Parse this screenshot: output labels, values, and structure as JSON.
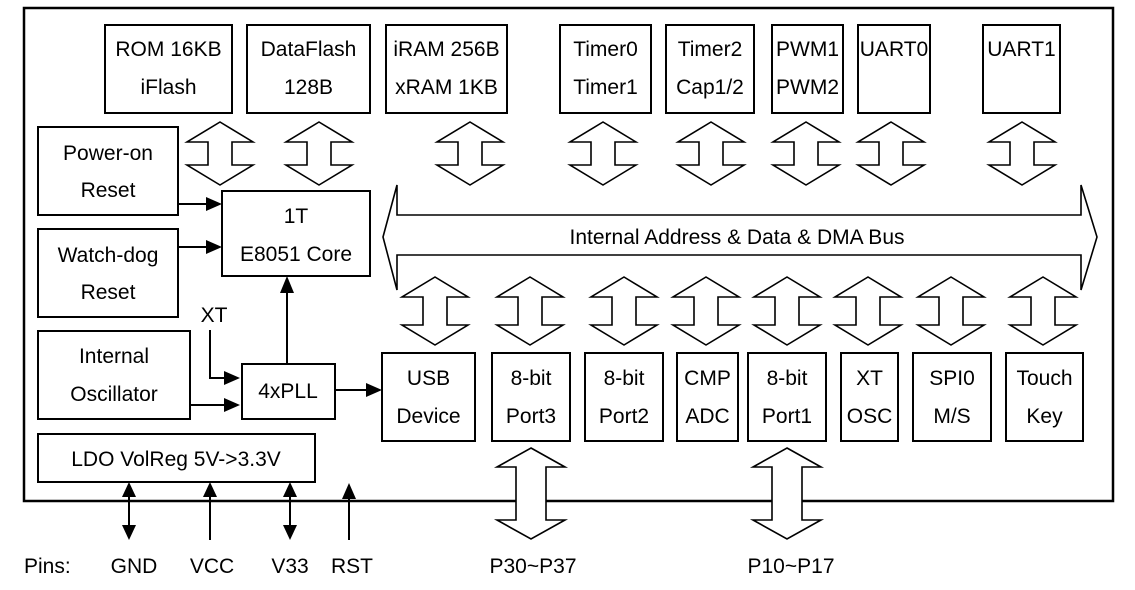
{
  "title_fragment": "...",
  "bus": {
    "label": "Internal Address & Data & DMA Bus"
  },
  "top_blocks": [
    {
      "id": "rom",
      "lines": [
        "ROM 16KB",
        "iFlash"
      ]
    },
    {
      "id": "dataflash",
      "lines": [
        "DataFlash",
        "128B"
      ]
    },
    {
      "id": "ram",
      "lines": [
        "iRAM 256B",
        "xRAM 1KB"
      ]
    },
    {
      "id": "timer01",
      "lines": [
        "Timer0",
        "Timer1"
      ]
    },
    {
      "id": "timer2",
      "lines": [
        "Timer2",
        "Cap1/2"
      ]
    },
    {
      "id": "pwm",
      "lines": [
        "PWM1",
        "PWM2"
      ]
    },
    {
      "id": "uart0",
      "lines": [
        "UART0",
        ""
      ]
    },
    {
      "id": "uart1",
      "lines": [
        "UART1",
        ""
      ]
    }
  ],
  "bottom_blocks": [
    {
      "id": "usb",
      "lines": [
        "USB",
        "Device"
      ]
    },
    {
      "id": "port3",
      "lines": [
        "8-bit",
        "Port3"
      ]
    },
    {
      "id": "port2",
      "lines": [
        "8-bit",
        "Port2"
      ]
    },
    {
      "id": "cmp-adc",
      "lines": [
        "CMP",
        "ADC"
      ]
    },
    {
      "id": "port1",
      "lines": [
        "8-bit",
        "Port1"
      ]
    },
    {
      "id": "xt-osc",
      "lines": [
        "XT",
        "OSC"
      ]
    },
    {
      "id": "spi0",
      "lines": [
        "SPI0",
        "M/S"
      ]
    },
    {
      "id": "touch-key",
      "lines": [
        "Touch",
        "Key"
      ]
    }
  ],
  "left_blocks": {
    "power_on": [
      "Power-on",
      "Reset"
    ],
    "watchdog": [
      "Watch-dog",
      "Reset"
    ],
    "oscillator": [
      "Internal",
      "Oscillator"
    ],
    "ldo": [
      "LDO VolReg 5V->3.3V"
    ]
  },
  "core": [
    "1T",
    "E8051 Core"
  ],
  "pll": [
    "4xPLL"
  ],
  "xt_label": "XT",
  "pins": {
    "label": "Pins:",
    "items": [
      "GND",
      "VCC",
      "V33",
      "RST"
    ]
  },
  "port_pins": [
    "P30~P37",
    "P10~P17"
  ]
}
